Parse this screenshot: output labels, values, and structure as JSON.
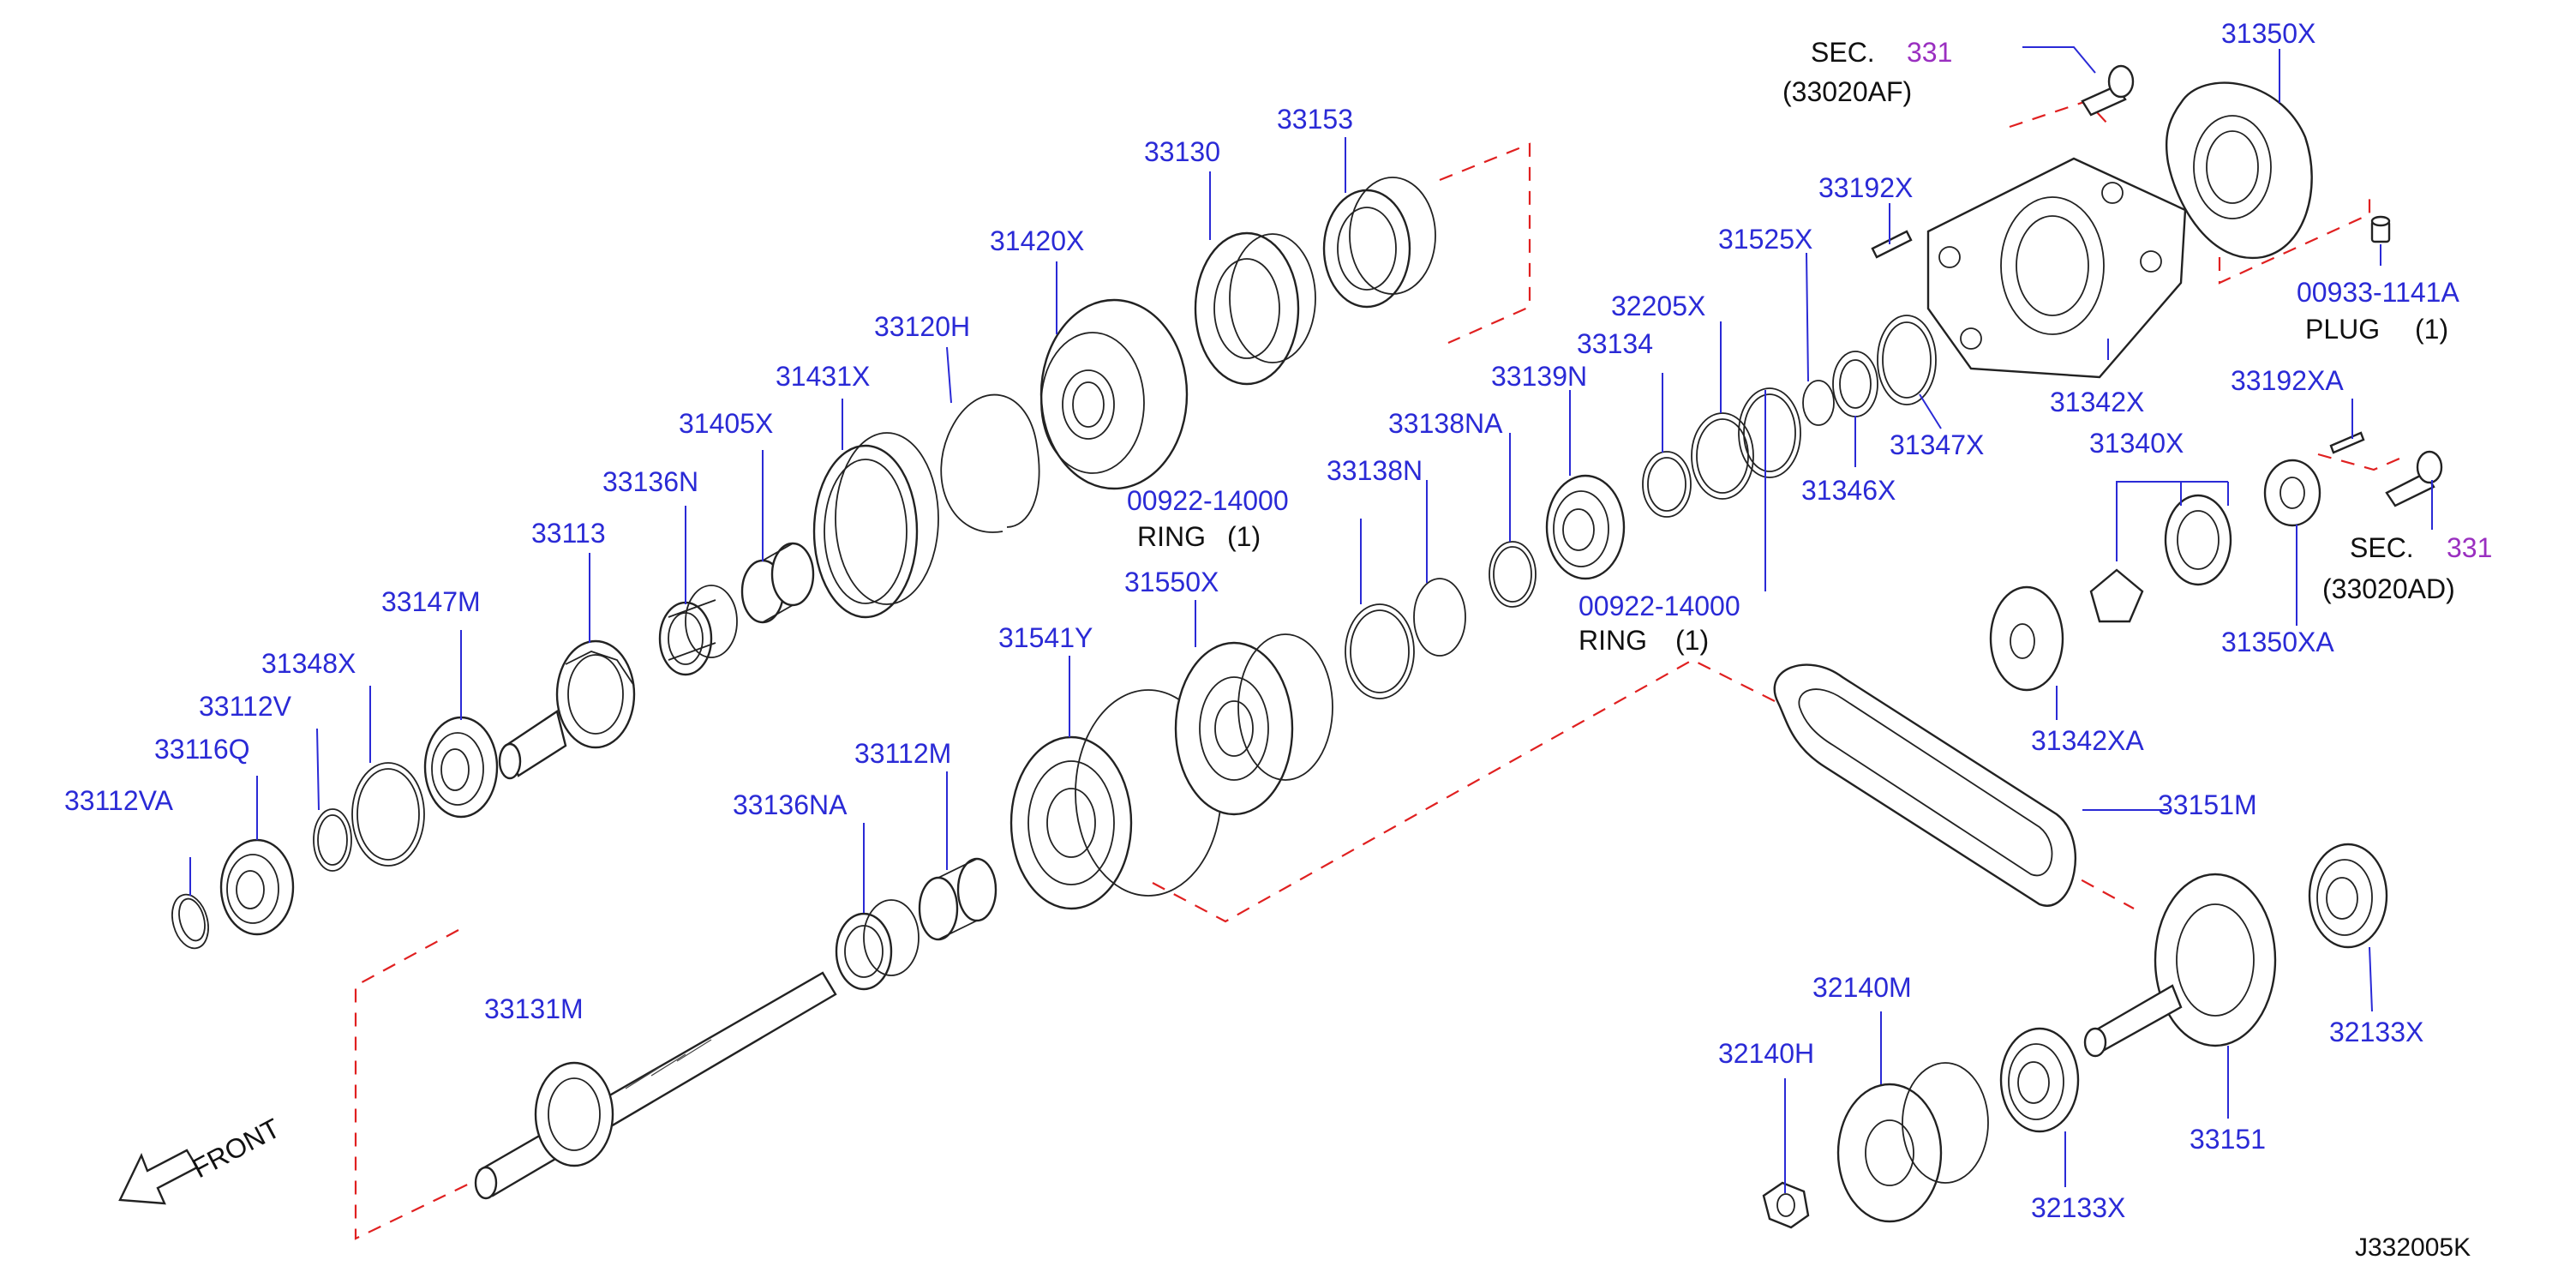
{
  "callouts": [
    {
      "id": "p33112VA",
      "text": "33112VA"
    },
    {
      "id": "p33116Q",
      "text": "33116Q"
    },
    {
      "id": "p33112V",
      "text": "33112V"
    },
    {
      "id": "p31348X",
      "text": "31348X"
    },
    {
      "id": "p33147M",
      "text": "33147M"
    },
    {
      "id": "p33113",
      "text": "33113"
    },
    {
      "id": "p33136N",
      "text": "33136N"
    },
    {
      "id": "p31405X",
      "text": "31405X"
    },
    {
      "id": "p31431X",
      "text": "31431X"
    },
    {
      "id": "p33120H",
      "text": "33120H"
    },
    {
      "id": "p31420X",
      "text": "31420X"
    },
    {
      "id": "p33130",
      "text": "33130"
    },
    {
      "id": "p33153",
      "text": "33153"
    },
    {
      "id": "p00922a",
      "text": "00922-14000"
    },
    {
      "id": "p31550X",
      "text": "31550X"
    },
    {
      "id": "p31541Y",
      "text": "31541Y"
    },
    {
      "id": "p33112M",
      "text": "33112M"
    },
    {
      "id": "p33136NA",
      "text": "33136NA"
    },
    {
      "id": "p33131M",
      "text": "33131M"
    },
    {
      "id": "p33138N",
      "text": "33138N"
    },
    {
      "id": "p33138NA",
      "text": "33138NA"
    },
    {
      "id": "p33139N",
      "text": "33139N"
    },
    {
      "id": "p33134",
      "text": "33134"
    },
    {
      "id": "p32205X",
      "text": "32205X"
    },
    {
      "id": "p00922b",
      "text": "00922-14000"
    },
    {
      "id": "p31525X",
      "text": "31525X"
    },
    {
      "id": "p33192X",
      "text": "33192X"
    },
    {
      "id": "p31346X",
      "text": "31346X"
    },
    {
      "id": "p31347X",
      "text": "31347X"
    },
    {
      "id": "p31342X",
      "text": "31342X"
    },
    {
      "id": "p31350X",
      "text": "31350X"
    },
    {
      "id": "p00933",
      "text": "00933-1141A"
    },
    {
      "id": "p33192XA",
      "text": "33192XA"
    },
    {
      "id": "p31340X",
      "text": "31340X"
    },
    {
      "id": "p31350XA",
      "text": "31350XA"
    },
    {
      "id": "p31342XA",
      "text": "31342XA"
    },
    {
      "id": "p33151M",
      "text": "33151M"
    },
    {
      "id": "p32133Xa",
      "text": "32133X"
    },
    {
      "id": "p32133Xb",
      "text": "32133X"
    },
    {
      "id": "p33151",
      "text": "33151"
    },
    {
      "id": "p32140M",
      "text": "32140M"
    },
    {
      "id": "p32140H",
      "text": "32140H"
    }
  ],
  "notes": {
    "ring_a": "RING",
    "ring_a_qty": "(1)",
    "ring_b": "RING",
    "ring_b_qty": "(1)",
    "plug": "PLUG",
    "plug_qty": "(1)"
  },
  "section_refs": [
    {
      "prefix": "SEC.",
      "number": "331",
      "code": "(33020AF)"
    },
    {
      "prefix": "SEC.",
      "number": "331",
      "code": "(33020AD)"
    }
  ],
  "front_label": "FRONT",
  "drawing_number": "J332005K",
  "colors": {
    "callout": "#2a2ad6",
    "section_number": "#9a2fc0",
    "phantom_line": "#e02020",
    "ink": "#222222"
  }
}
